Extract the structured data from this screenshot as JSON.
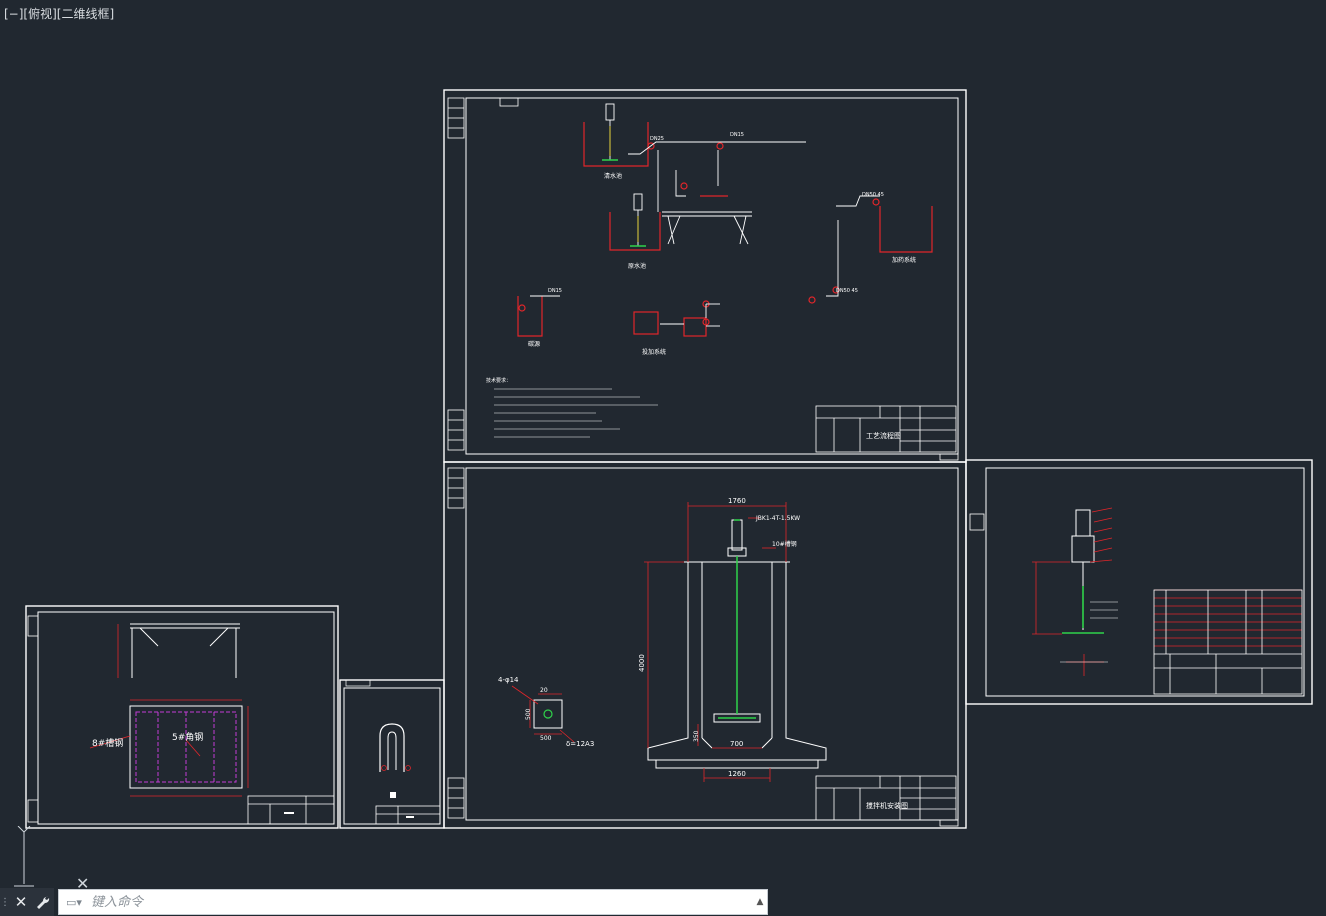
{
  "viewport": {
    "label": "[−][俯视][二维线框]"
  },
  "drawing": {
    "process_sheet": {
      "title_block_label": "工艺流程图",
      "equipment_labels": [
        "清水池",
        "原水池",
        "投加系统",
        "碳源",
        "加药系统"
      ],
      "pipe_tags": [
        "DN25",
        "DN15",
        "DN15",
        "DN50 45",
        "DN50 45"
      ],
      "notes_heading": "技术要求："
    },
    "mixer_sheet": {
      "title_block_label": "搅拌机安装图",
      "dimensions": [
        "1760",
        "4000",
        "350",
        "700",
        "1260",
        "500",
        "500",
        "20"
      ],
      "model_label": "JBK1-4T-1.5KW",
      "callout": "10#槽钢",
      "plate_label": "4-φ14",
      "plate_thickness": "δ=12A3"
    },
    "frame_sheet": {
      "label_left": "8#槽钢",
      "label_center": "5#角钢"
    }
  },
  "command_line": {
    "placeholder": "键入命令",
    "close_symbol": "✕",
    "settings_symbol": "🔧"
  },
  "colors": {
    "background": "#212830",
    "frame": "#ffffff",
    "red": "#e0262a",
    "magenta": "#c23bd6",
    "green": "#2fd24a",
    "yellow": "#e6d229",
    "cyan": "#38c6d9"
  }
}
